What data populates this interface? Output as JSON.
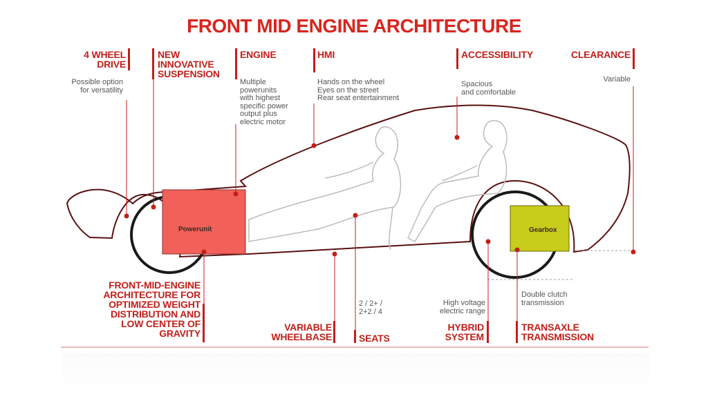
{
  "title": "FRONT MID ENGINE ARCHITECTURE",
  "colors": {
    "accent": "#d7261e",
    "outline": "#5a1010",
    "powerunit": "#f2605a",
    "gearbox": "#c8cc1a"
  },
  "top_features": [
    {
      "heading": "4 WHEEL\nDRIVE",
      "description": "Possible option\nfor versatility"
    },
    {
      "heading": "NEW\nINNOVATIVE\nSUSPENSION",
      "description": ""
    },
    {
      "heading": "ENGINE",
      "description": "Multiple\npowerunits\nwith highest\nspecific power\noutput plus\nelectric motor"
    },
    {
      "heading": "HMI",
      "description": "Hands on the wheel\nEyes on the street\nRear seat entertainment"
    },
    {
      "heading": "ACCESSIBILITY",
      "description": "Spacious\nand comfortable"
    },
    {
      "heading": "CLEARANCE",
      "description": "Variable"
    }
  ],
  "bottom_features": [
    {
      "heading": "FRONT-MID-ENGINE\nARCHITECTURE FOR\nOPTIMIZED WEIGHT\nDISTRIBUTION AND\nLOW CENTER OF\nGRAVITY",
      "description": ""
    },
    {
      "heading": "VARIABLE\nWHEELBASE",
      "description": ""
    },
    {
      "heading": "SEATS",
      "description": "2 / 2+ /\n2+2 / 4"
    },
    {
      "heading": "HYBRID\nSYSTEM",
      "description": "High voltage\nelectric range"
    },
    {
      "heading": "TRANSAXLE\nTRANSMISSION",
      "description": "Double clutch\ntransmission"
    }
  ],
  "components": {
    "powerunit": "Powerunit",
    "gearbox": "Gearbox"
  }
}
